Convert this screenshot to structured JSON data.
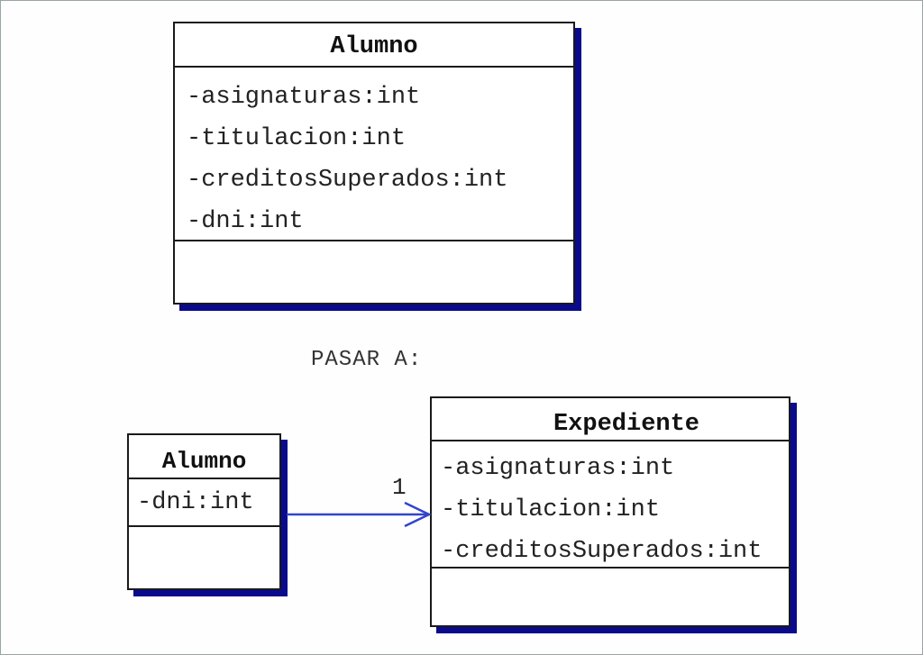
{
  "diagram": {
    "caption": "PASAR A:",
    "colors": {
      "border": "#1a1a1a",
      "shadow": "#0a0a8c",
      "association": "#3344cc",
      "frame": "#9aa3a6"
    },
    "original_class": {
      "name": "Alumno",
      "attributes": [
        "-asignaturas:int",
        "-titulacion:int",
        "-creditosSuperados:int",
        "-dni:int"
      ],
      "operations": []
    },
    "refactored": {
      "alumno": {
        "name": "Alumno",
        "attributes": [
          "-dni:int"
        ],
        "operations": []
      },
      "expediente": {
        "name": "Expediente",
        "attributes": [
          "-asignaturas:int",
          "-titulacion:int",
          "-creditosSuperados:int"
        ],
        "operations": []
      },
      "association": {
        "from": "Alumno",
        "to": "Expediente",
        "multiplicity_target": "1",
        "navigable": true
      }
    }
  }
}
